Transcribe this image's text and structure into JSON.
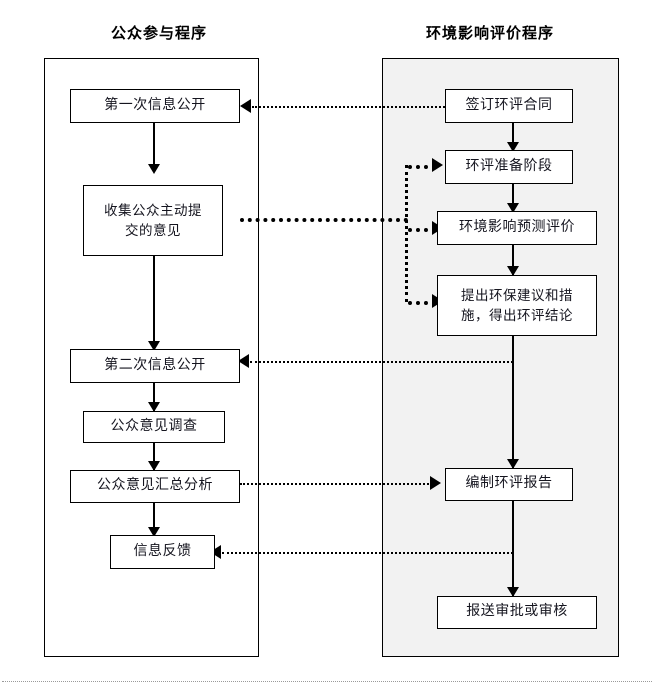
{
  "diagram": {
    "title_left": "公众参与程序",
    "title_right": "环境影响评价程序",
    "lanes": [
      {
        "name": "public-participation",
        "label": "公众参与程序"
      },
      {
        "name": "eia-procedure",
        "label": "环境影响评价程序"
      }
    ],
    "colors": {
      "lane_left_fill": "#ffffff",
      "lane_right_fill": "#f2f2f2",
      "node_fill": "#ffffff",
      "stroke": "#000000",
      "text": "#15151f"
    },
    "left_nodes": [
      {
        "id": "first-disclosure",
        "label": "第一次信息公开"
      },
      {
        "id": "collect-public-opinions",
        "label": "收集公众主动提\n交的意见"
      },
      {
        "id": "second-disclosure",
        "label": "第二次信息公开"
      },
      {
        "id": "public-opinion-survey",
        "label": "公众意见调查"
      },
      {
        "id": "opinion-summary-analysis",
        "label": "公众意见汇总分析"
      },
      {
        "id": "information-feedback",
        "label": "信息反馈"
      }
    ],
    "right_nodes": [
      {
        "id": "sign-eia-contract",
        "label": "签订环评合同"
      },
      {
        "id": "eia-preparation-stage",
        "label": "环评准备阶段"
      },
      {
        "id": "impact-prediction",
        "label": "环境影响预测评价"
      },
      {
        "id": "propose-measures",
        "label": "提出环保建议和措\n施，得出环评结论"
      },
      {
        "id": "compile-eia-report",
        "label": "编制环评报告"
      },
      {
        "id": "submit-for-approval",
        "label": "报送审批或审核"
      }
    ],
    "connectors": [
      {
        "id": "c1",
        "from": "sign-eia-contract",
        "to": "first-disclosure",
        "style": "dotted",
        "direction": "left"
      },
      {
        "id": "c2",
        "from": "collect-public-opinions",
        "to": "eia-preparation-stage",
        "style": "dotted-thick",
        "direction": "right"
      },
      {
        "id": "c3",
        "from": "collect-public-opinions",
        "to": "impact-prediction",
        "style": "dotted-thick",
        "direction": "right"
      },
      {
        "id": "c4",
        "from": "collect-public-opinions",
        "to": "propose-measures",
        "style": "dotted-thick",
        "direction": "right"
      },
      {
        "id": "c5",
        "from": "propose-measures",
        "to": "second-disclosure",
        "style": "dotted",
        "direction": "left"
      },
      {
        "id": "c6",
        "from": "opinion-summary-analysis",
        "to": "compile-eia-report",
        "style": "dotted",
        "direction": "right"
      },
      {
        "id": "c7",
        "from": "compile-eia-report",
        "to": "information-feedback",
        "style": "dotted",
        "direction": "left"
      },
      {
        "id": "s1",
        "from": "first-disclosure",
        "to": "collect-public-opinions",
        "style": "solid",
        "direction": "down"
      },
      {
        "id": "s2",
        "from": "collect-public-opinions",
        "to": "second-disclosure",
        "style": "solid",
        "direction": "down"
      },
      {
        "id": "s3",
        "from": "second-disclosure",
        "to": "public-opinion-survey",
        "style": "solid",
        "direction": "down"
      },
      {
        "id": "s4",
        "from": "public-opinion-survey",
        "to": "opinion-summary-analysis",
        "style": "solid",
        "direction": "down"
      },
      {
        "id": "s5",
        "from": "opinion-summary-analysis",
        "to": "information-feedback",
        "style": "solid",
        "direction": "down"
      },
      {
        "id": "s6",
        "from": "sign-eia-contract",
        "to": "eia-preparation-stage",
        "style": "solid",
        "direction": "down"
      },
      {
        "id": "s7",
        "from": "eia-preparation-stage",
        "to": "impact-prediction",
        "style": "solid",
        "direction": "down"
      },
      {
        "id": "s8",
        "from": "impact-prediction",
        "to": "propose-measures",
        "style": "solid",
        "direction": "down"
      },
      {
        "id": "s9",
        "from": "propose-measures",
        "to": "compile-eia-report",
        "style": "solid",
        "direction": "down"
      },
      {
        "id": "s10",
        "from": "compile-eia-report",
        "to": "submit-for-approval",
        "style": "solid",
        "direction": "down"
      }
    ]
  }
}
